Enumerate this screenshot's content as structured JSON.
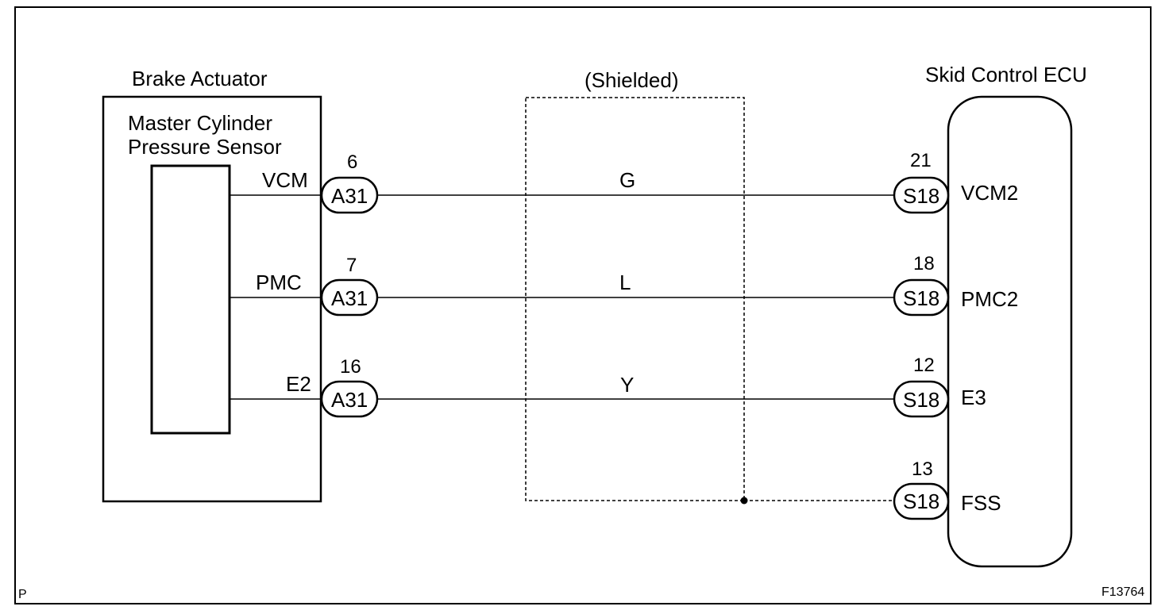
{
  "actuator": {
    "title": "Brake Actuator",
    "sensor_line1": "Master Cylinder",
    "sensor_line2": "Pressure Sensor"
  },
  "ecu": {
    "title": "Skid Control ECU"
  },
  "shield": {
    "label": "(Shielded)"
  },
  "wires": [
    {
      "actuator_pin": "VCM",
      "pin_number": "6",
      "connector": "A31",
      "color": "G",
      "ecu_number": "21",
      "ecu_connector": "S18",
      "ecu_pin": "VCM2"
    },
    {
      "actuator_pin": "PMC",
      "pin_number": "7",
      "connector": "A31",
      "color": "L",
      "ecu_number": "18",
      "ecu_connector": "S18",
      "ecu_pin": "PMC2"
    },
    {
      "actuator_pin": "E2",
      "pin_number": "16",
      "connector": "A31",
      "color": "Y",
      "ecu_number": "12",
      "ecu_connector": "S18",
      "ecu_pin": "E3"
    }
  ],
  "shield_ground": {
    "ecu_number": "13",
    "ecu_connector": "S18",
    "ecu_pin": "FSS"
  },
  "corner_left": "P",
  "figure_id": "F13764"
}
